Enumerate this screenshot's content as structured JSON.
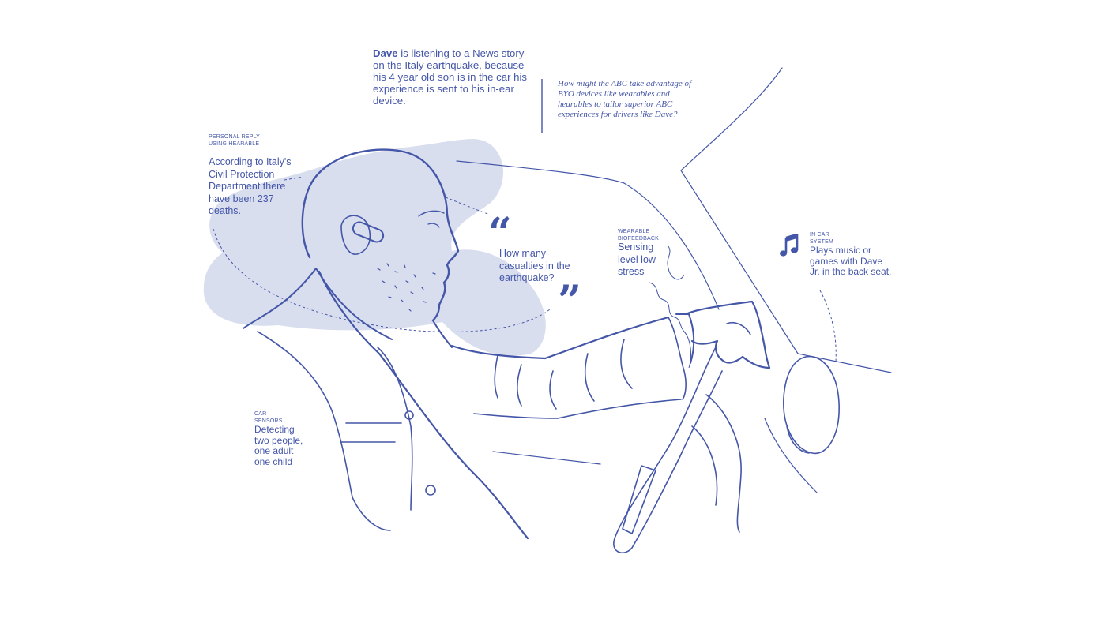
{
  "intro": {
    "name": "Dave",
    "rest": "is listening to a News story on the Italy earthquake, because his 4 year old son is in the car his experience is sent to his in-ear device."
  },
  "question": "How might the ABC take advantage of BYO devices like wearables and hearables to tailor superior ABC experiences for drivers like Dave?",
  "hearable": {
    "label_line1": "PERSONAL REPLY",
    "label_line2": "USING HEARABLE",
    "text": "According to Italy's Civil Protection Department there have been 237 deaths."
  },
  "speech": {
    "open_mark": "“",
    "text": "How many casualties in the earthquake?",
    "close_mark": "”"
  },
  "wearable": {
    "label_line1": "WEARABLE",
    "label_line2": "BIOFEEDBACK",
    "text": "Sensing level low stress"
  },
  "in_car": {
    "label_line1": "IN CAR",
    "label_line2": "SYSTEM",
    "text": "Plays music or games with Dave Jr. in the back seat.",
    "icon": "music-note-icon"
  },
  "car_sensors": {
    "label_line1": "CAR",
    "label_line2": "SENSORS",
    "text": "Detecting two people, one adult one child"
  },
  "colors": {
    "ink": "#4456a8",
    "blob": "#d9deef"
  }
}
